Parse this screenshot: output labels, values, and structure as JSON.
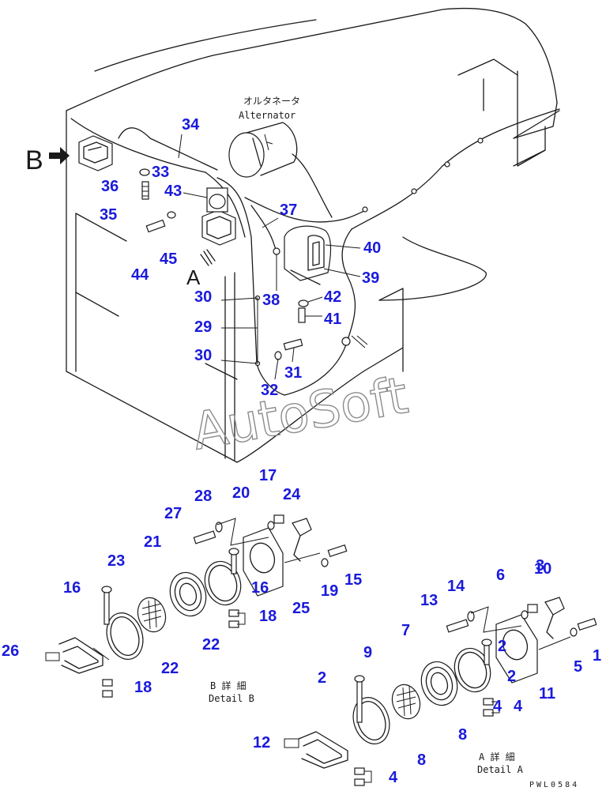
{
  "figure": {
    "view_label_b": "B",
    "view_label_a": "A",
    "alternator_jp": "オルタネータ",
    "alternator_en": "Alternator",
    "detail_a_jp": "A 詳 細",
    "detail_a_en": "Detail A",
    "detail_b_jp": "B 詳 細",
    "detail_b_en": "Detail B",
    "watermark": "AutoSoft",
    "drawing_code": "PWL0584",
    "label_color": "#1a1adb"
  },
  "callouts": [
    "1",
    "2",
    "2",
    "2",
    "3",
    "4",
    "4",
    "4",
    "5",
    "6",
    "7",
    "8",
    "8",
    "9",
    "10",
    "11",
    "12",
    "13",
    "14",
    "15",
    "16",
    "16",
    "17",
    "18",
    "18",
    "19",
    "20",
    "21",
    "22",
    "22",
    "23",
    "24",
    "25",
    "26",
    "27",
    "28",
    "29",
    "30",
    "30",
    "31",
    "32",
    "33",
    "34",
    "35",
    "36",
    "37",
    "38",
    "39",
    "40",
    "41",
    "42",
    "43",
    "44",
    "45"
  ]
}
